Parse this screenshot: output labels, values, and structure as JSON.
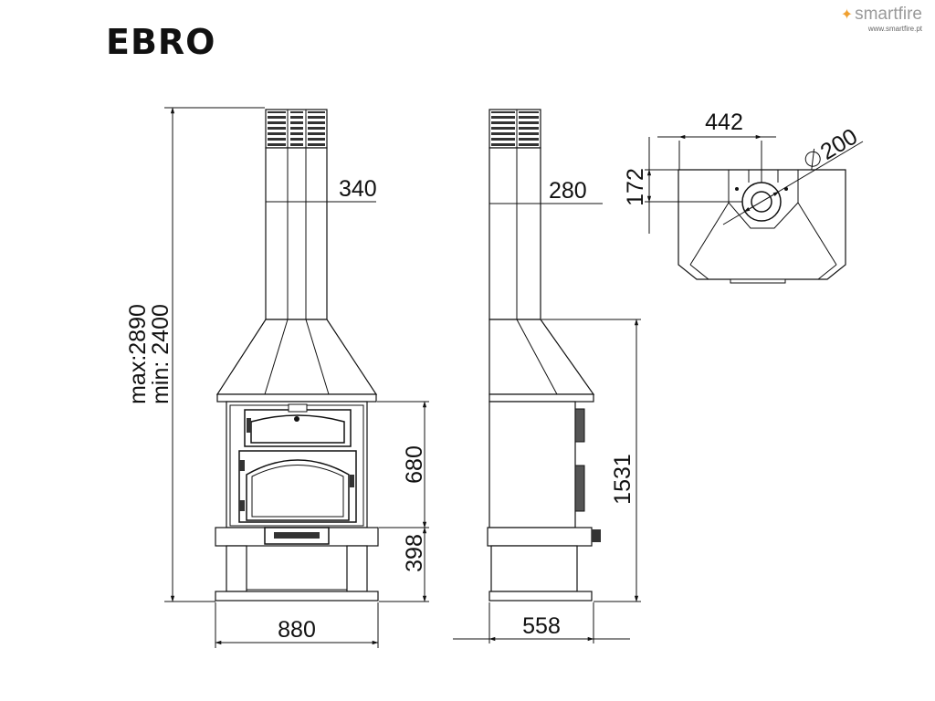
{
  "title": "EBRO",
  "brand": {
    "name": "smartfire",
    "url": "www.smartfire.pt"
  },
  "dimensions": {
    "chimney_width_front": "340",
    "chimney_width_side": "280",
    "total_height_max": "max:2890",
    "total_height_min": "min: 2400",
    "firebox_height": "680",
    "base_height": "398",
    "width": "880",
    "depth": "558",
    "hood_height": "1531",
    "top_width": "442",
    "top_depth": "172",
    "flue_diameter": "200"
  }
}
